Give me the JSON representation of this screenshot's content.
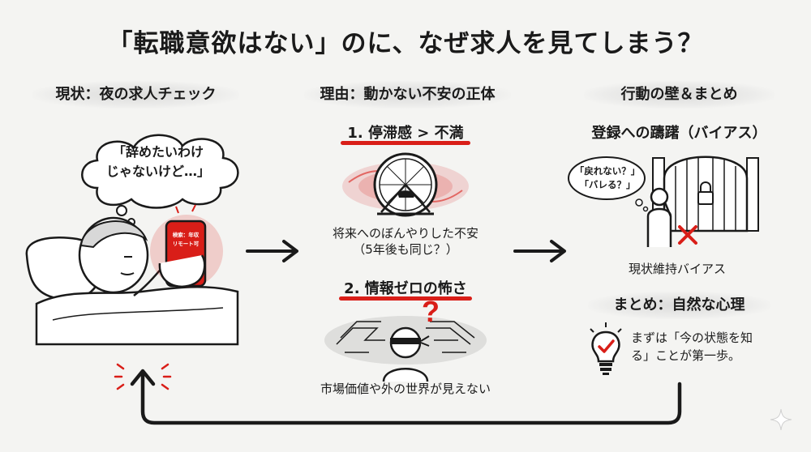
{
  "title": "「転職意欲はない」のに、なぜ求人を見てしまう？",
  "left": {
    "heading": "現状：夜の求人チェック",
    "thought": [
      "「辞めたいわけ",
      "じゃないけど…」"
    ],
    "phone_lines": [
      "検索：年収",
      "リモート可"
    ]
  },
  "middle": {
    "heading": "理由：動かない不安の正体",
    "reason1": {
      "title": "1. 停滞感 > 不満",
      "caption": [
        "将来へのぼんやりした不安",
        "（5年後も同じ？）"
      ]
    },
    "reason2": {
      "title": "2. 情報ゼロの怖さ",
      "mark": "?",
      "caption": "市場価値や外の世界が見えない"
    }
  },
  "right": {
    "heading": "行動の壁＆まとめ",
    "barrier_title": "登録への躊躇（バイアス）",
    "thought": [
      "「戻れない？」",
      "「バレる？」"
    ],
    "barrier_caption": "現状維持バイアス",
    "summary_heading": "まとめ：自然な心理",
    "summary_text": [
      "まずは「今の状態を知",
      "る」ことが第一歩。"
    ]
  },
  "colors": {
    "accent": "#d91e18",
    "ink": "#1a1a1a",
    "background": "#f4f4f2"
  }
}
